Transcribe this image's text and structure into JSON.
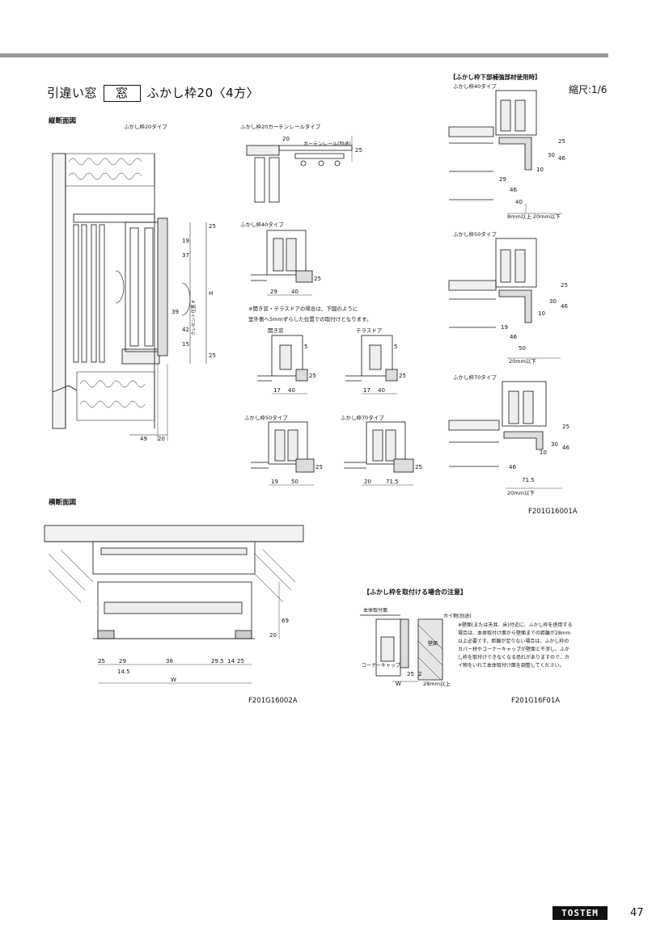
{
  "header": {
    "title_prefix": "引違い窓",
    "title_box": "窓",
    "title_suffix": "ふかし枠20〈4方〉",
    "scale": "縮尺:1/6"
  },
  "vertical_section": {
    "heading": "縦断面図",
    "label_20type": "ふかし枠20タイプ",
    "label_curtain": "ふかし枠20カーテンレールタイプ",
    "curtain_rail_label": "カーテンレール(別途)",
    "label_40type": "ふかし枠40タイプ",
    "label_50type": "ふかし枠50タイプ",
    "label_70type": "ふかし枠70タイプ",
    "door_note_line1": "※開き窓・テラスドアの場合は、下図のように",
    "door_note_line2": "室外側へ5mmずらした位置での取付けとなります。",
    "label_casement": "開き窓",
    "label_terrace": "テラスドア",
    "crescent_label": "クレセント位置 P",
    "dims_main": [
      "25",
      "19",
      "37",
      "H",
      "39",
      "42",
      "15",
      "25",
      "49",
      "20"
    ],
    "dims_curtain": [
      "20",
      "25"
    ],
    "dims_40": [
      "29",
      "40",
      "25"
    ],
    "dims_door": [
      "5",
      "25",
      "17",
      "40"
    ],
    "dims_50": [
      "25",
      "19",
      "50"
    ],
    "dims_70": [
      "25",
      "20",
      "71.5"
    ]
  },
  "reinforcement": {
    "heading": "【ふかし枠下部補強部材使用時】",
    "label_40type": "ふかし枠40タイプ",
    "label_50type": "ふかし枠50タイプ",
    "label_70type": "ふかし枠70タイプ",
    "dims_40": [
      "25",
      "30",
      "46",
      "10",
      "29",
      "46",
      "40"
    ],
    "range_40": "8mm以上 20mm以下",
    "dims_50": [
      "25",
      "30",
      "46",
      "10",
      "19",
      "46",
      "50"
    ],
    "range_50": "20mm以下",
    "dims_70": [
      "25",
      "30",
      "46",
      "10",
      "46",
      "71.5"
    ],
    "range_70": "20mm以下",
    "figure_code": "F201G16001A"
  },
  "horizontal_section": {
    "heading": "横断面図",
    "dims": [
      "25",
      "29",
      "38",
      "29.5",
      "14",
      "25",
      "14.5",
      "W",
      "69",
      "20"
    ],
    "figure_code": "F201G16002A"
  },
  "notice": {
    "heading": "【ふかし枠を取付ける場合の注意】",
    "label_body": "本体取付面",
    "label_obstacle": "カイ物(別途)",
    "label_wall": "壁面",
    "label_corner": "コーナーキャップ",
    "dims": [
      "W",
      "25",
      "2"
    ],
    "range": "28mm以上",
    "text": "※壁面(または天井、床)付近に、ふかし枠を使用する場合は、本体取付け面から壁面までの距離が28mm以上必要です。距離が足りない場合は、ふかし枠のカバー材やコーナーキャップが壁面と干渉し、ふかし枠を取付けできなくなる恐れがありますので、カイ物をいれて本体取付け面を調整してください。",
    "figure_code": "F201G16F01A"
  },
  "footer": {
    "logo": "TOSTEM",
    "page": "47"
  }
}
